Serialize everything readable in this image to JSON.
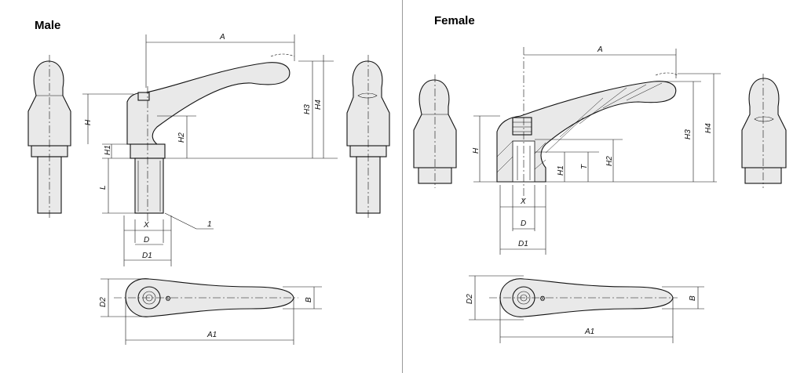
{
  "headings": {
    "male": "Male",
    "female": "Female"
  },
  "male_labels": {
    "A": "A",
    "H": "H",
    "H1": "H1",
    "H2": "H2",
    "H3": "H3",
    "H4": "H4",
    "L": "L",
    "X": "X",
    "D": "D",
    "D1": "D1",
    "callout": "1",
    "D2": "D2",
    "B": "B",
    "A1": "A1"
  },
  "female_labels": {
    "A": "A",
    "H": "H",
    "H1": "H1",
    "T": "T",
    "H2": "H2",
    "H3": "H3",
    "H4": "H4",
    "X": "X",
    "D": "D",
    "D1": "D1",
    "D2": "D2",
    "B": "B",
    "A1": "A1"
  }
}
